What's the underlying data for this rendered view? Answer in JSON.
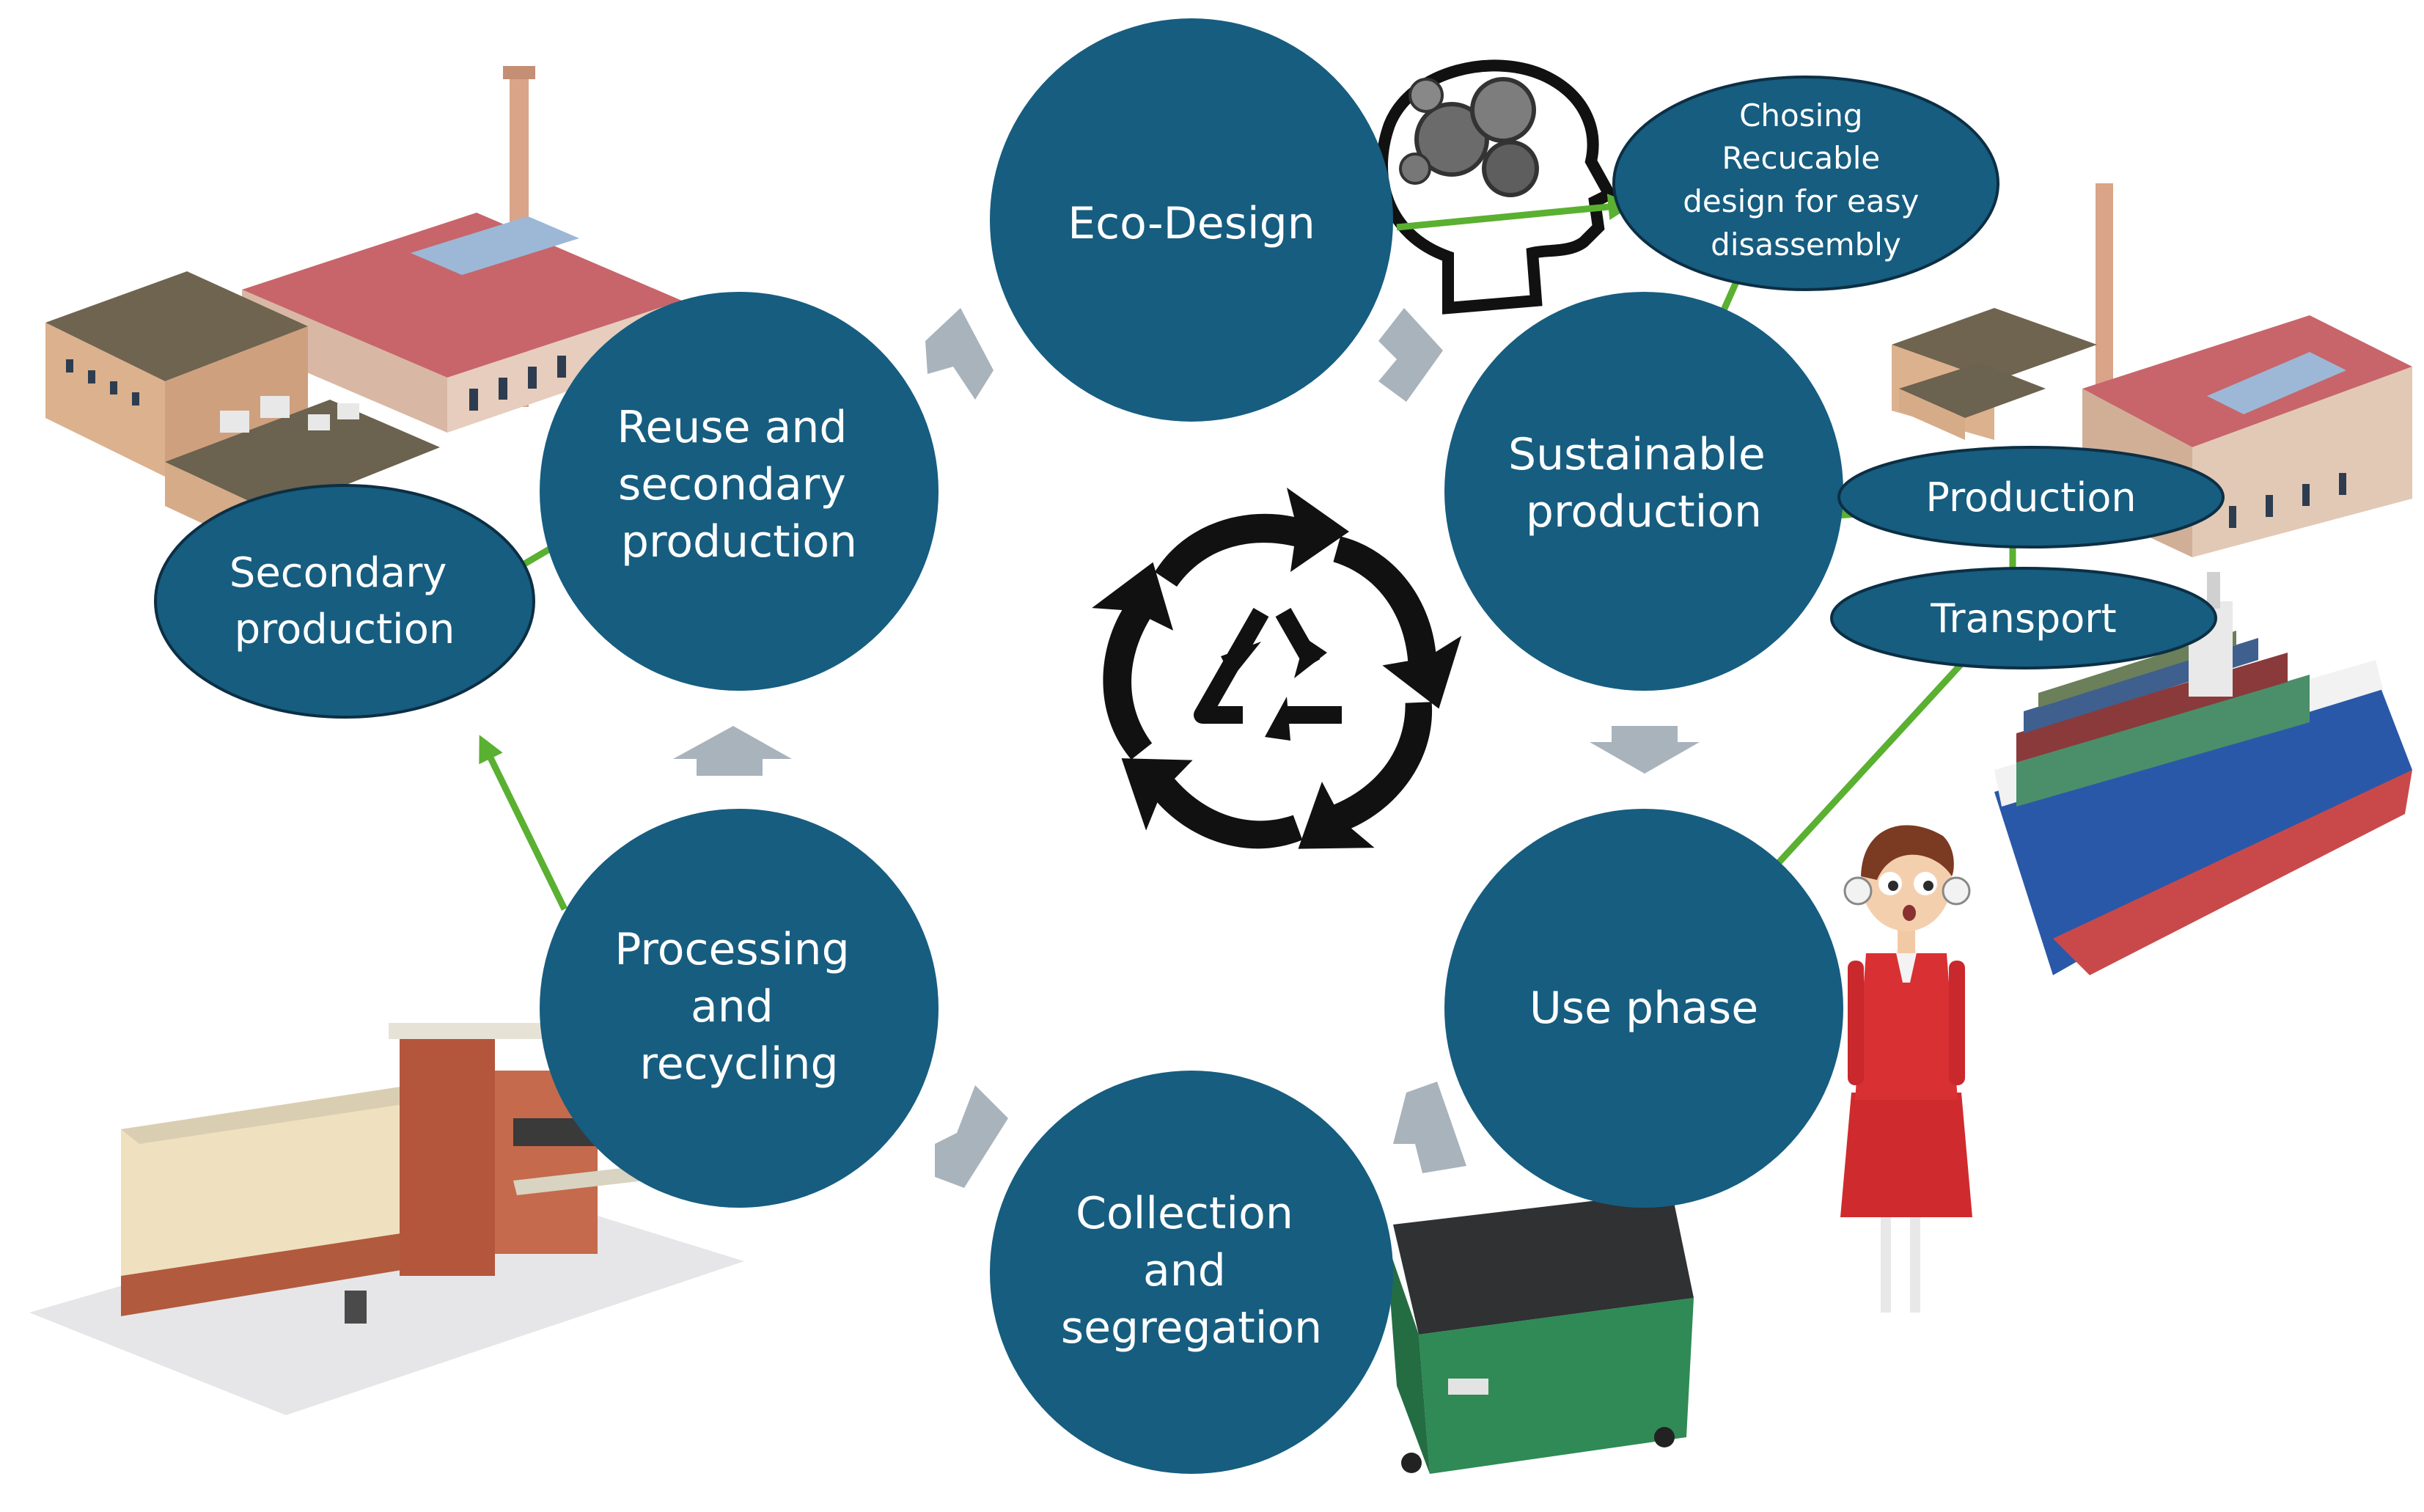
{
  "cycle": [
    {
      "id": "eco_design",
      "lines": [
        "Eco-Design"
      ]
    },
    {
      "id": "sustainable_production",
      "lines": [
        "Sustainable",
        "production"
      ]
    },
    {
      "id": "use_phase",
      "lines": [
        "Use phase"
      ]
    },
    {
      "id": "collection",
      "lines": [
        "Collection",
        "and",
        "segregation"
      ]
    },
    {
      "id": "processing",
      "lines": [
        "Processing",
        "and",
        "recycling"
      ]
    },
    {
      "id": "reuse",
      "lines": [
        "Reuse and",
        "secondary",
        "production"
      ]
    }
  ],
  "side_nodes": {
    "choosing": [
      "Chosing",
      "Recucable",
      "design for easy",
      "disassembly"
    ],
    "production": [
      "Production"
    ],
    "transport": [
      "Transport"
    ],
    "secondary": [
      "Secondary",
      "production"
    ]
  },
  "icons": {
    "center": "recycle-cycle-icon",
    "head": "head-gears-icon",
    "factory_left": "factory-icon",
    "factory_right": "factory-icon",
    "ship": "container-ship-icon",
    "person": "woman-character-icon",
    "dumpster": "dumpster-icon",
    "recycling_plant": "recycling-building-icon"
  },
  "colors": {
    "node": "#165d80",
    "node_text": "#ffffff",
    "flow_arrow": "#a9b3bc",
    "link_arrow": "#5ab030"
  }
}
